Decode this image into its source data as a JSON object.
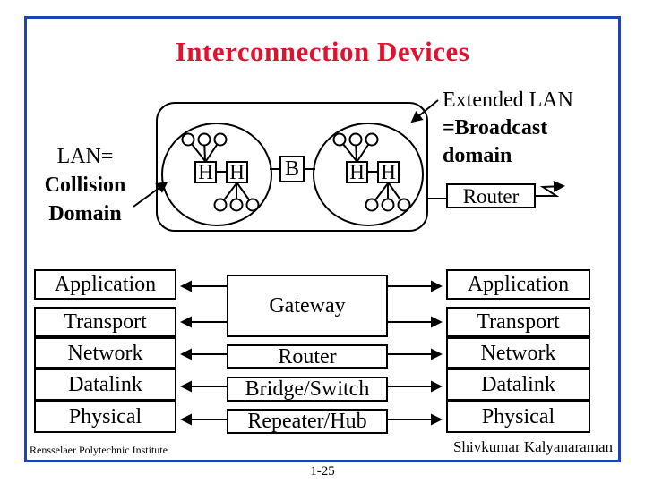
{
  "slide": {
    "title": "Interconnection Devices",
    "title_color": "#e0122d",
    "border_color": "#1b44bb"
  },
  "diagram": {
    "host_letter": "H",
    "bridge_letter": "B",
    "router_label": "Router",
    "lan_label": {
      "line1": "LAN=",
      "line2": "Collision",
      "line3": "Domain"
    },
    "extended_label": {
      "line1": "Extended LAN",
      "line2": "=Broadcast",
      "line3": "domain"
    }
  },
  "stacks": {
    "left": [
      "Application",
      "Transport",
      "Network",
      "Datalink",
      "Physical"
    ],
    "right": [
      "Application",
      "Transport",
      "Network",
      "Datalink",
      "Physical"
    ],
    "devices": [
      "Gateway",
      "Router",
      "Bridge/Switch",
      "Repeater/Hub"
    ]
  },
  "footer": {
    "institute": "Rensselaer Polytechnic Institute",
    "author": "Shivkumar Kalyanaraman",
    "page": "1-25"
  }
}
